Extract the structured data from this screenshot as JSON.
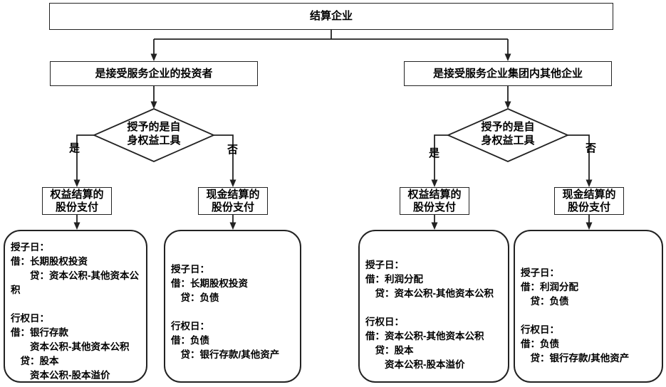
{
  "colors": {
    "stroke": "#222222",
    "background": "#ffffff",
    "text": "#000000"
  },
  "root": {
    "label": "结算企业"
  },
  "branches": [
    {
      "category": "是接受服务企业的投资者",
      "decision_line1": "授予的是自",
      "decision_line2": "身权益工具",
      "yes_label": "是",
      "no_label": "否",
      "yes_box_line1": "权益结算的",
      "yes_box_line2": "股份支付",
      "no_box_line1": "现金结算的",
      "no_box_line2": "股份支付"
    },
    {
      "category": "是接受服务企业集团内其他企业",
      "decision_line1": "授予的是自",
      "decision_line2": "身权益工具",
      "yes_label": "是",
      "no_label": "否",
      "yes_box_line1": "权益结算的",
      "yes_box_line2": "股份支付",
      "no_box_line1": "现金结算的",
      "no_box_line2": "股份支付"
    }
  ],
  "entries": [
    {
      "lines": [
        "授子日：",
        "借：长期股权投资",
        "　　贷：资本公积-其他资本公",
        "积",
        "",
        "行权日：",
        "借：银行存款",
        "　　资本公积-其他资本公积",
        "　贷：股本",
        "　　资本公积-股本溢价"
      ]
    },
    {
      "lines": [
        "授子日：",
        "借：长期股权投资",
        "　贷：负债",
        "",
        "行权日：",
        "借：负债",
        "　贷：银行存款/其他资产"
      ]
    },
    {
      "lines": [
        "授子日：",
        "借：利润分配",
        "　贷：资本公积-其他资本公积",
        "",
        "行权日：",
        "借：资本公积-其他资本公积",
        "　贷：股本",
        "　　资本公积-股本溢价"
      ]
    },
    {
      "lines": [
        "授子日：",
        "借：利润分配",
        "　贷：负债",
        "",
        "行权日：",
        "借：负债",
        "　贷：银行存款/其他资产"
      ]
    }
  ]
}
